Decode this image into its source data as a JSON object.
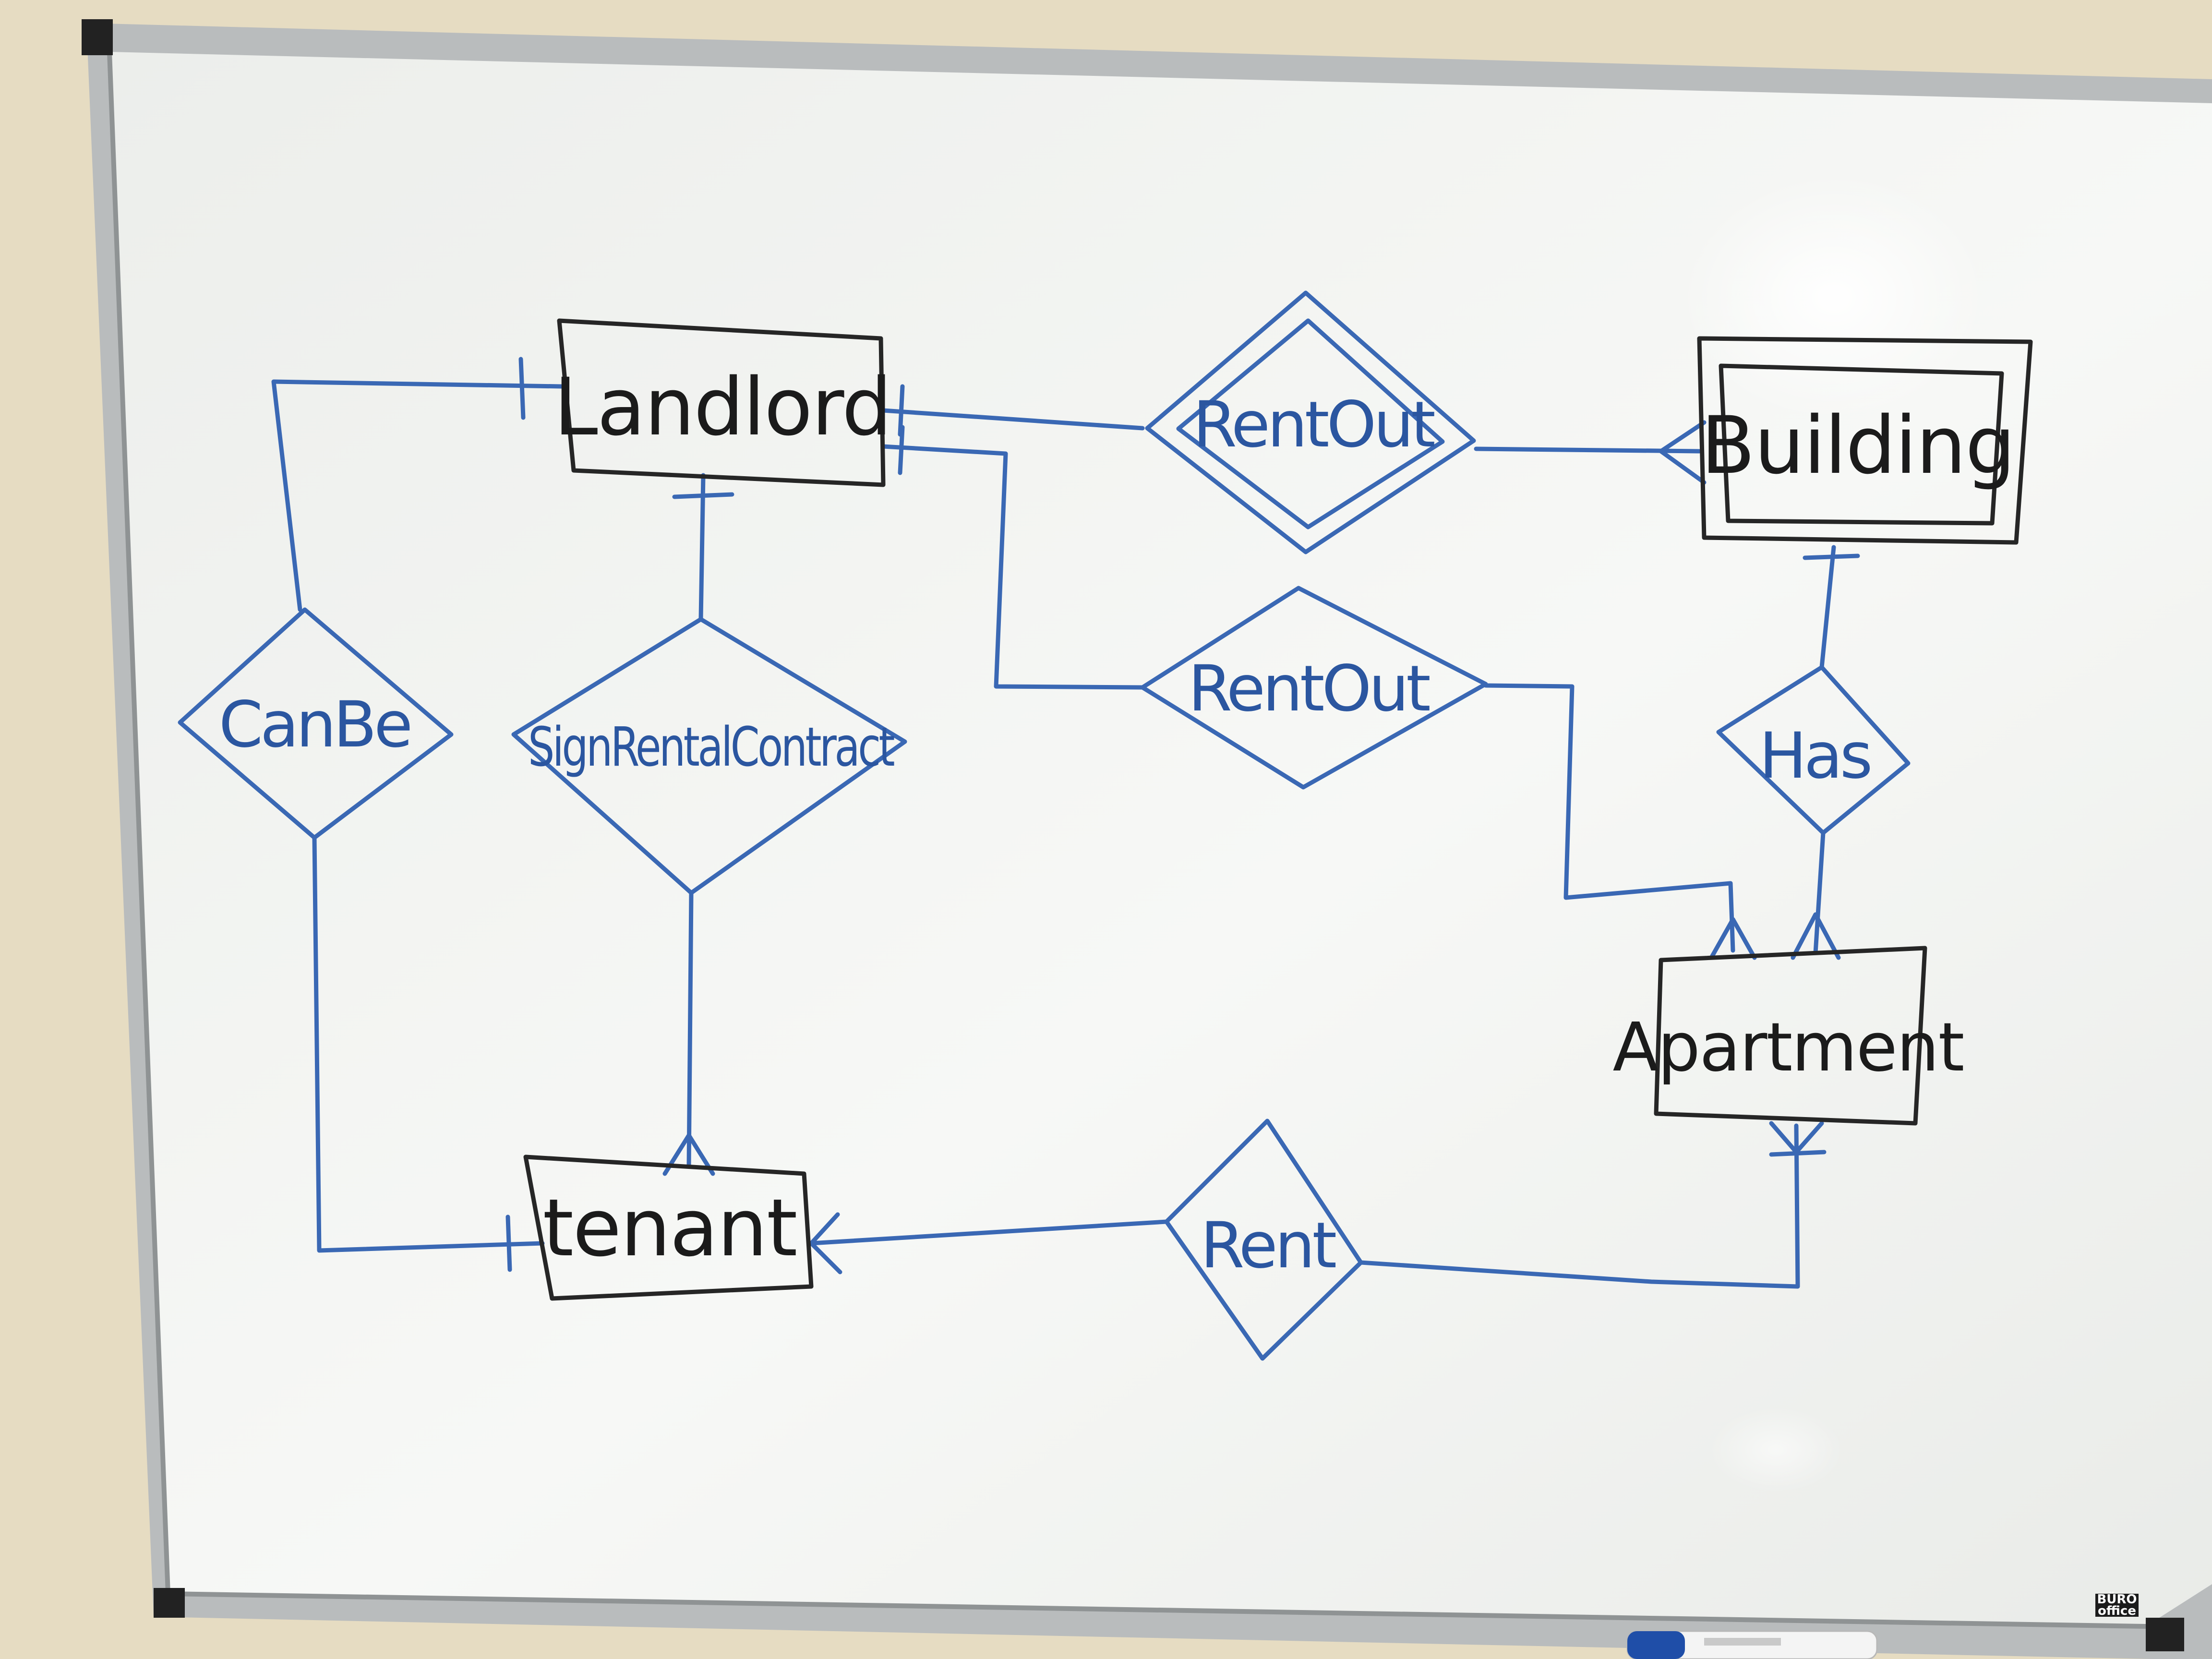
{
  "diagram": {
    "entities": [
      {
        "id": "landlord",
        "label": "Landlord"
      },
      {
        "id": "building",
        "label": "Building"
      },
      {
        "id": "apartment",
        "label": "Apartment"
      },
      {
        "id": "tenant",
        "label": "tenant"
      }
    ],
    "relationships": [
      {
        "id": "canbe",
        "label": "CanBe"
      },
      {
        "id": "sign",
        "label": "SignRentalContract"
      },
      {
        "id": "rentout_building",
        "label": "RentOut"
      },
      {
        "id": "rentout_apartment",
        "label": "RentOut"
      },
      {
        "id": "has",
        "label": "Has"
      },
      {
        "id": "rent",
        "label": "Rent"
      }
    ]
  },
  "colors": {
    "wall": "#e6dcc2",
    "board": "#f2f3f0",
    "frame": "#a9acae",
    "marker_blue": "#3a68b4",
    "marker_black": "#262626"
  },
  "board_badge": {
    "line1": "BÜRO",
    "line2": "office"
  }
}
